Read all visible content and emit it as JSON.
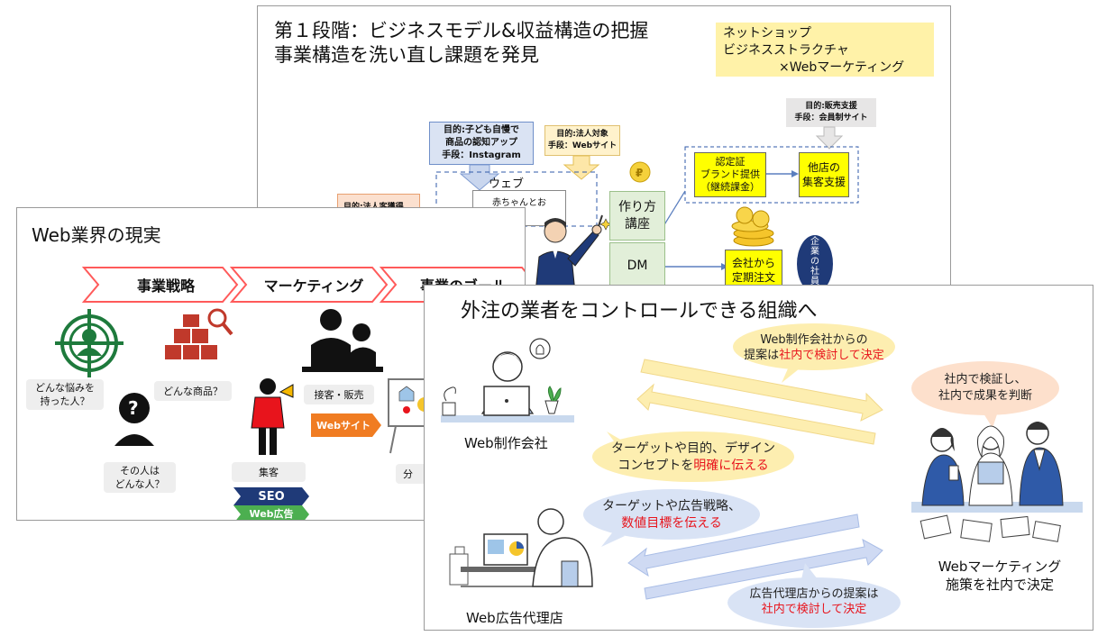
{
  "slide1": {
    "title_line1": "第１段階：ビジネスモデル&収益構造の把握",
    "title_line2": "事業構造を洗い直し課題を発見",
    "tag_lines": [
      "ネットショップ",
      "ビジネスストラクチャ",
      "×Webマーケティング"
    ],
    "purpose_instagram": [
      "目的:子ども自慢で",
      "商品の認知アップ",
      "手段：Instagram"
    ],
    "purpose_web": [
      "目的:法人対象",
      "手段：Webサイト"
    ],
    "purpose_sales": [
      "目的:販売支援",
      "手段：会員制サイト"
    ],
    "purpose_partial": "目的:法人客獲得",
    "web_label": "ウェブ",
    "web_inner": [
      "赤ちゃんとお"
    ],
    "course_box": [
      "作り方",
      "講座"
    ],
    "dm_box": "DM",
    "cert_box": [
      "認定証",
      "ブランド提供",
      "（継続課金）"
    ],
    "support_box": [
      "他店の",
      "集客支援"
    ],
    "order_box": [
      "会社から",
      "定期注文"
    ],
    "company_circle": [
      "企",
      "業",
      "の",
      "社",
      "員"
    ]
  },
  "slide2": {
    "title": "Web業界の現実",
    "stages": [
      "事業戦略",
      "マーケティング",
      "事業のゴール"
    ],
    "q_trouble": [
      "どんな悩みを",
      "持った人？"
    ],
    "q_product": "どんな商品？",
    "q_person": [
      "その人は",
      "どんな人？"
    ],
    "customer_service": "接客・販売",
    "website_tag": "Webサイト",
    "attract": "集客",
    "seo": "SEO",
    "web_ads": "Web広告",
    "analysis_partial": "分"
  },
  "slide3": {
    "title": "外注の業者をコントロールできる組織へ",
    "bubble_top_line1": "Web制作会社からの",
    "bubble_top_line2_pre": "提案は",
    "bubble_top_line2_red": "社内で検討して決定",
    "bubble_right_lines": [
      "社内で検証し、",
      "社内で成果を判断"
    ],
    "bubble_mid_line1": "ターゲットや目的、デザイン",
    "bubble_mid_line2_pre": "コンセプトを",
    "bubble_mid_line2_red": "明確に伝える",
    "bubble_left_line1": "ターゲットや広告戦略、",
    "bubble_left_line2_red": "数値目標を伝える",
    "bubble_bottom_line1": "広告代理店からの提案は",
    "bubble_bottom_line2_red": "社内で検討して決定",
    "label_web_company": "Web制作会社",
    "label_ad_agency": "Web広告代理店",
    "label_decision": [
      "Webマーケティング",
      "施策を社内で決定"
    ]
  },
  "colors": {
    "yellow_tag": "#fff2a8",
    "box_yellow": "#ffff00",
    "box_green": "#e2efd9",
    "chevron_red": "#ff5a5a",
    "orange": "#f07c22",
    "navy": "#1f3a78",
    "green": "#4caf50",
    "blue_accent": "#2f5aa8",
    "red_text": "#e8141c"
  }
}
